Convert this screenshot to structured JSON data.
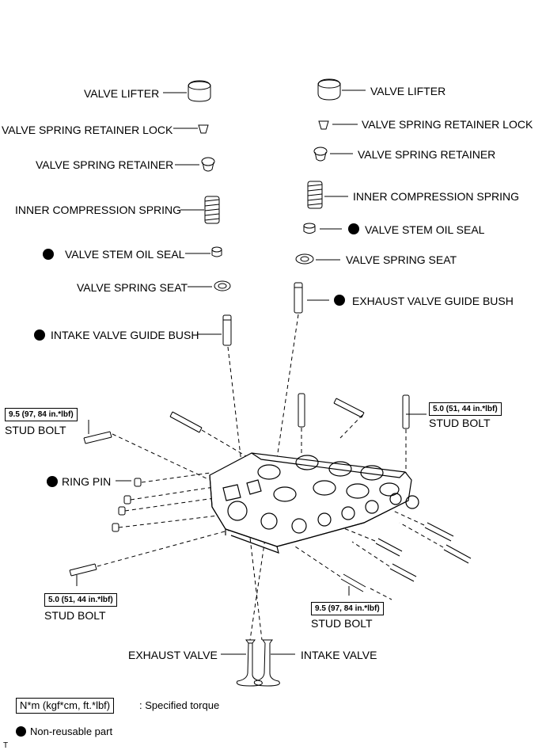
{
  "left_parts": {
    "valve_lifter": "VALVE LIFTER",
    "retainer_lock": "VALVE SPRING RETAINER LOCK",
    "spring_retainer": "VALVE SPRING RETAINER",
    "compression_spring": "INNER COMPRESSION SPRING",
    "stem_oil_seal": "VALVE STEM OIL SEAL",
    "spring_seat": "VALVE SPRING SEAT",
    "guide_bush": "INTAKE VALVE GUIDE BUSH"
  },
  "right_parts": {
    "valve_lifter": "VALVE LIFTER",
    "retainer_lock": "VALVE SPRING RETAINER LOCK",
    "spring_retainer": "VALVE SPRING RETAINER",
    "compression_spring": "INNER COMPRESSION SPRING",
    "stem_oil_seal": "VALVE STEM OIL SEAL",
    "spring_seat": "VALVE SPRING SEAT",
    "guide_bush": "EXHAUST VALVE GUIDE BUSH"
  },
  "studs": {
    "upper_left": {
      "torque": "9.5 (97, 84 in.*lbf)",
      "label": "STUD BOLT"
    },
    "upper_right": {
      "torque": "5.0 (51, 44 in.*lbf)",
      "label": "STUD BOLT"
    },
    "lower_left": {
      "torque": "5.0 (51, 44 in.*lbf)",
      "label": "STUD BOLT"
    },
    "lower_right": {
      "torque": "9.5 (97, 84 in.*lbf)",
      "label": "STUD BOLT"
    }
  },
  "ring_pin": "RING PIN",
  "valves": {
    "exhaust": "EXHAUST VALVE",
    "intake": "INTAKE VALVE"
  },
  "legend": {
    "torque_unit": "N*m (kgf*cm, ft.*lbf)",
    "torque_desc": ": Specified torque",
    "non_reusable": "Non-reusable part"
  },
  "corner_mark": "T"
}
